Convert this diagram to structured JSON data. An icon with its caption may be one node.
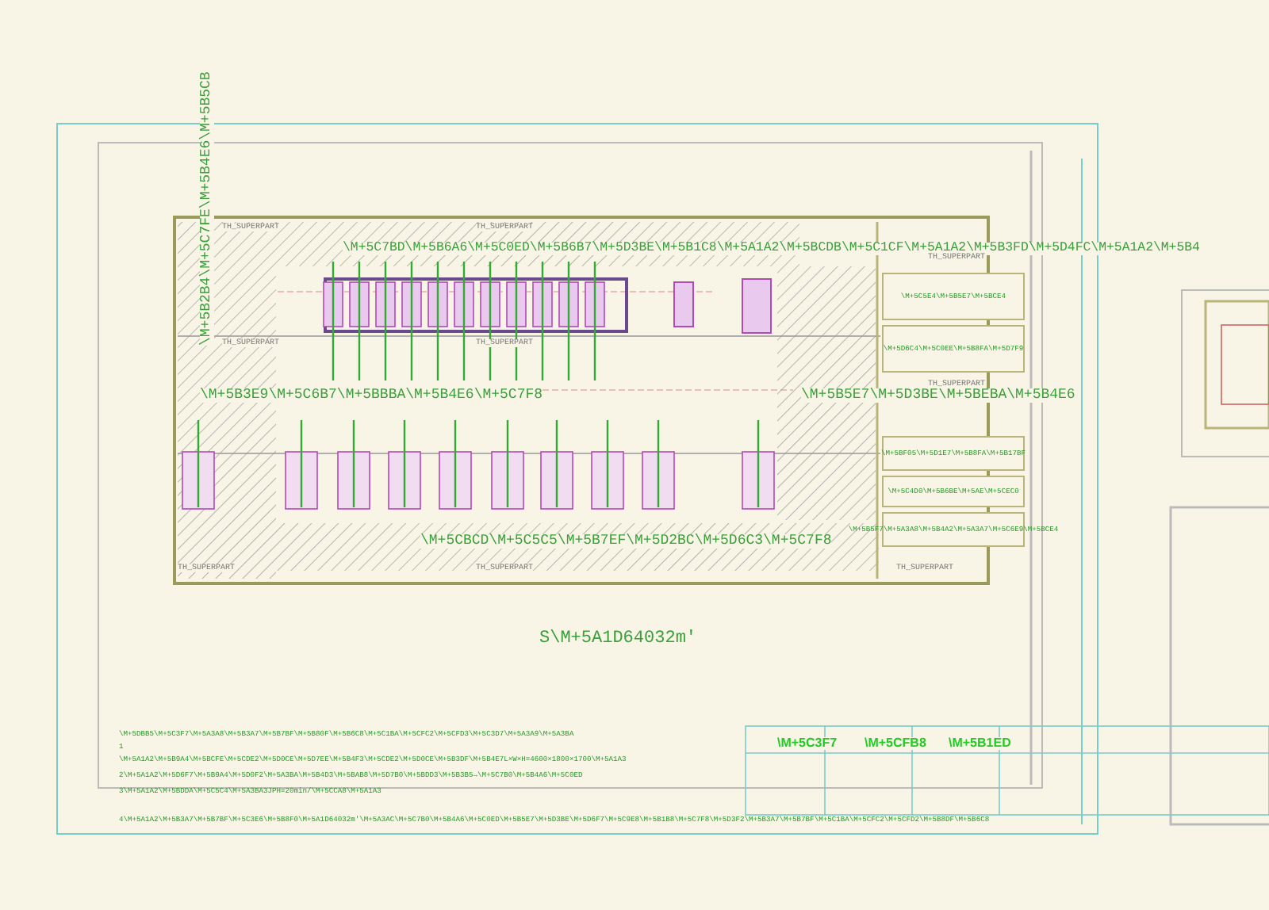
{
  "diagram": {
    "nodes": [
      {
        "text": [
          "\\M+5C5E4\\M+5B5E7\\M+5BCE4"
        ]
      },
      {
        "text": [
          "\\M+5D6C4\\M+5C0EE\\M+5B8FA\\M+5D7F9"
        ]
      },
      {
        "text": [
          "\\M+5BF05\\M+5D1E7\\M+5B8FA\\M+5B17BF"
        ]
      },
      {
        "text": [
          "\\M+5C4D0\\M+5B6BE\\M+5AE\\M+5CEC0"
        ]
      },
      {
        "text": [
          "\\M+5B5F7\\M+5A3A8\\M+5B4A2\\M+5A3A7\\M+5C6E9\\M+5BCE4"
        ]
      }
    ],
    "edges": [],
    "labels": [
      "\\M+5B2B4\\M+5C7FE\\M+5B4E6\\M+5B5CB",
      "\\M+5C7BD\\M+5B6A6\\M+5C0ED\\M+5B6B7\\M+5D3BE\\M+5B1C8\\M+5A1A2\\M+5BCDB\\M+5C1CF\\M+5A1A2\\M+5B3FD\\M+5D4FC\\M+5A1A2\\M+5B4",
      "\\M+5B3E9\\M+5C6B7\\M+5BBBA\\M+5B4E6\\M+5C7F8",
      "\\M+5B5E7\\M+5D3BE\\M+5BEBA\\M+5B4E6",
      "\\M+5CBCD\\M+5C5C5\\M+5B7EF\\M+5D2BC\\M+5D6C3\\M+5C7F8",
      "S\\M+5A1D64032m'",
      "TH_SUPERPART",
      "TH_SUPERPART",
      "TH_SUPERPART",
      "TH_SUPERPART",
      "TH_SUPERPART",
      "TH_SUPERPART",
      "TH_SUPERPART",
      "TH_SUPERPART",
      "TH_SUPERPART",
      "\\M+5DBB5\\M+5C3F7\\M+5A3A8\\M+5B3A7\\M+5B7BF\\M+5B80F\\M+5B6C8\\M+5C1BA\\M+5CFC2\\M+5CFD3\\M+5C3D7\\M+5A3A9\\M+5A3BA",
      "1",
      "\\M+5A1A2\\M+5B9A4\\M+5BCFE\\M+5CDE2\\M+5D0CE\\M+5D7EE\\M+5B4F3\\M+5CDE2\\M+5D0CE\\M+5B3DF\\M+5B4E7L×W×H=4600×1800×1700\\M+5A1A3",
      "2\\M+5A1A2\\M+5D6F7\\M+5B9A4\\M+5D0F2\\M+5A3BA\\M+5B4D3\\M+5BAB8\\M+5D7B0\\M+5BDD3\\M+5B3B5→\\M+5C7B0\\M+5B4A6\\M+5C0ED",
      "3\\M+5A1A2\\M+5BDDA\\M+5C5C4\\M+5A3BA3JPH=20min/\\M+5CCA8\\M+5A1A3",
      "4\\M+5A1A2\\M+5B3A7\\M+5B7BF\\M+5C3E6\\M+5B8F0\\M+5A1D64032m'\\M+5A3AC\\M+5C7B0\\M+5B4A6\\M+5C0ED\\M+5B5E7\\M+5D3BE\\M+5D6F7\\M+5C9E8\\M+5B1B8\\M+5C7F8\\M+5D3F2\\M+5B3A7\\M+5B7BF\\M+5C1BA\\M+5CFC2\\M+5CFD2\\M+5B8DF\\M+5B6C8",
      "\\M+5C3F7",
      "\\M+5CFB8",
      "\\M+5B1ED"
    ]
  }
}
